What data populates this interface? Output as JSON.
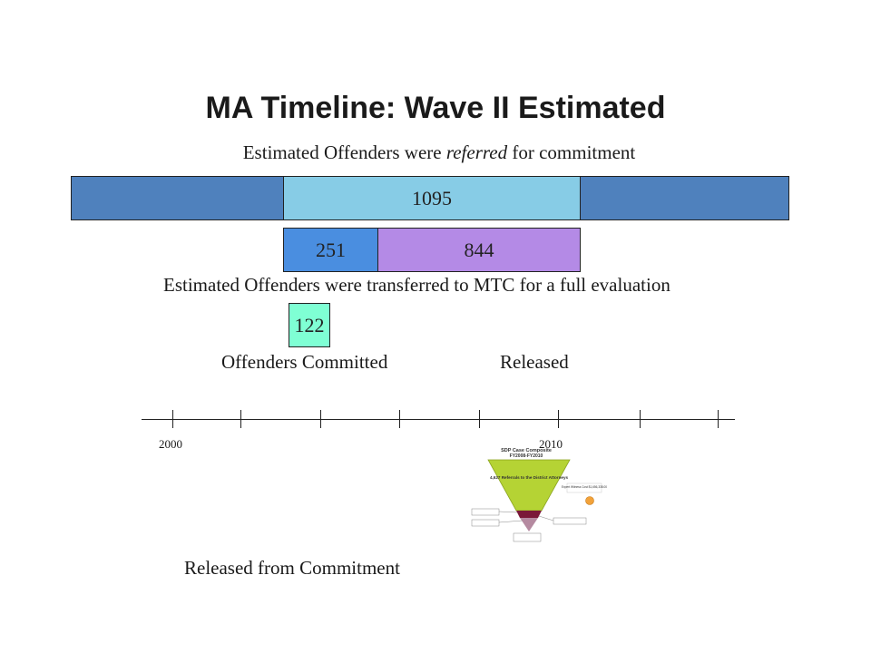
{
  "title": "MA Timeline: Wave II Estimated",
  "referred_caption": {
    "before": "Estimated Offenders were ",
    "em": "referred",
    "after": " for commitment"
  },
  "bars": {
    "referred_total": "1095",
    "split_left": "251",
    "split_right": "844",
    "committed": "122"
  },
  "transfer_caption": "Estimated Offenders were transferred to MTC for a full evaluation",
  "committed_caption": "Offenders Committed",
  "released_caption": "Released",
  "timeline": {
    "start_label": "2000",
    "end_label": "2010"
  },
  "released_from_commitment": "Released from Commitment",
  "inset": {
    "title": "SDP Case Composite",
    "subtitle": "FY2008-FY2010",
    "center_text": "4,627 Referrals to the District Attorneys",
    "right_label": "Expert Witness Cost $1,656,338.00"
  },
  "colors": {
    "dark_blue": "#4f81bd",
    "light_blue": "#87cce6",
    "bright_blue": "#4a8ee0",
    "purple": "#b48ae6",
    "aqua": "#7fffd4"
  }
}
